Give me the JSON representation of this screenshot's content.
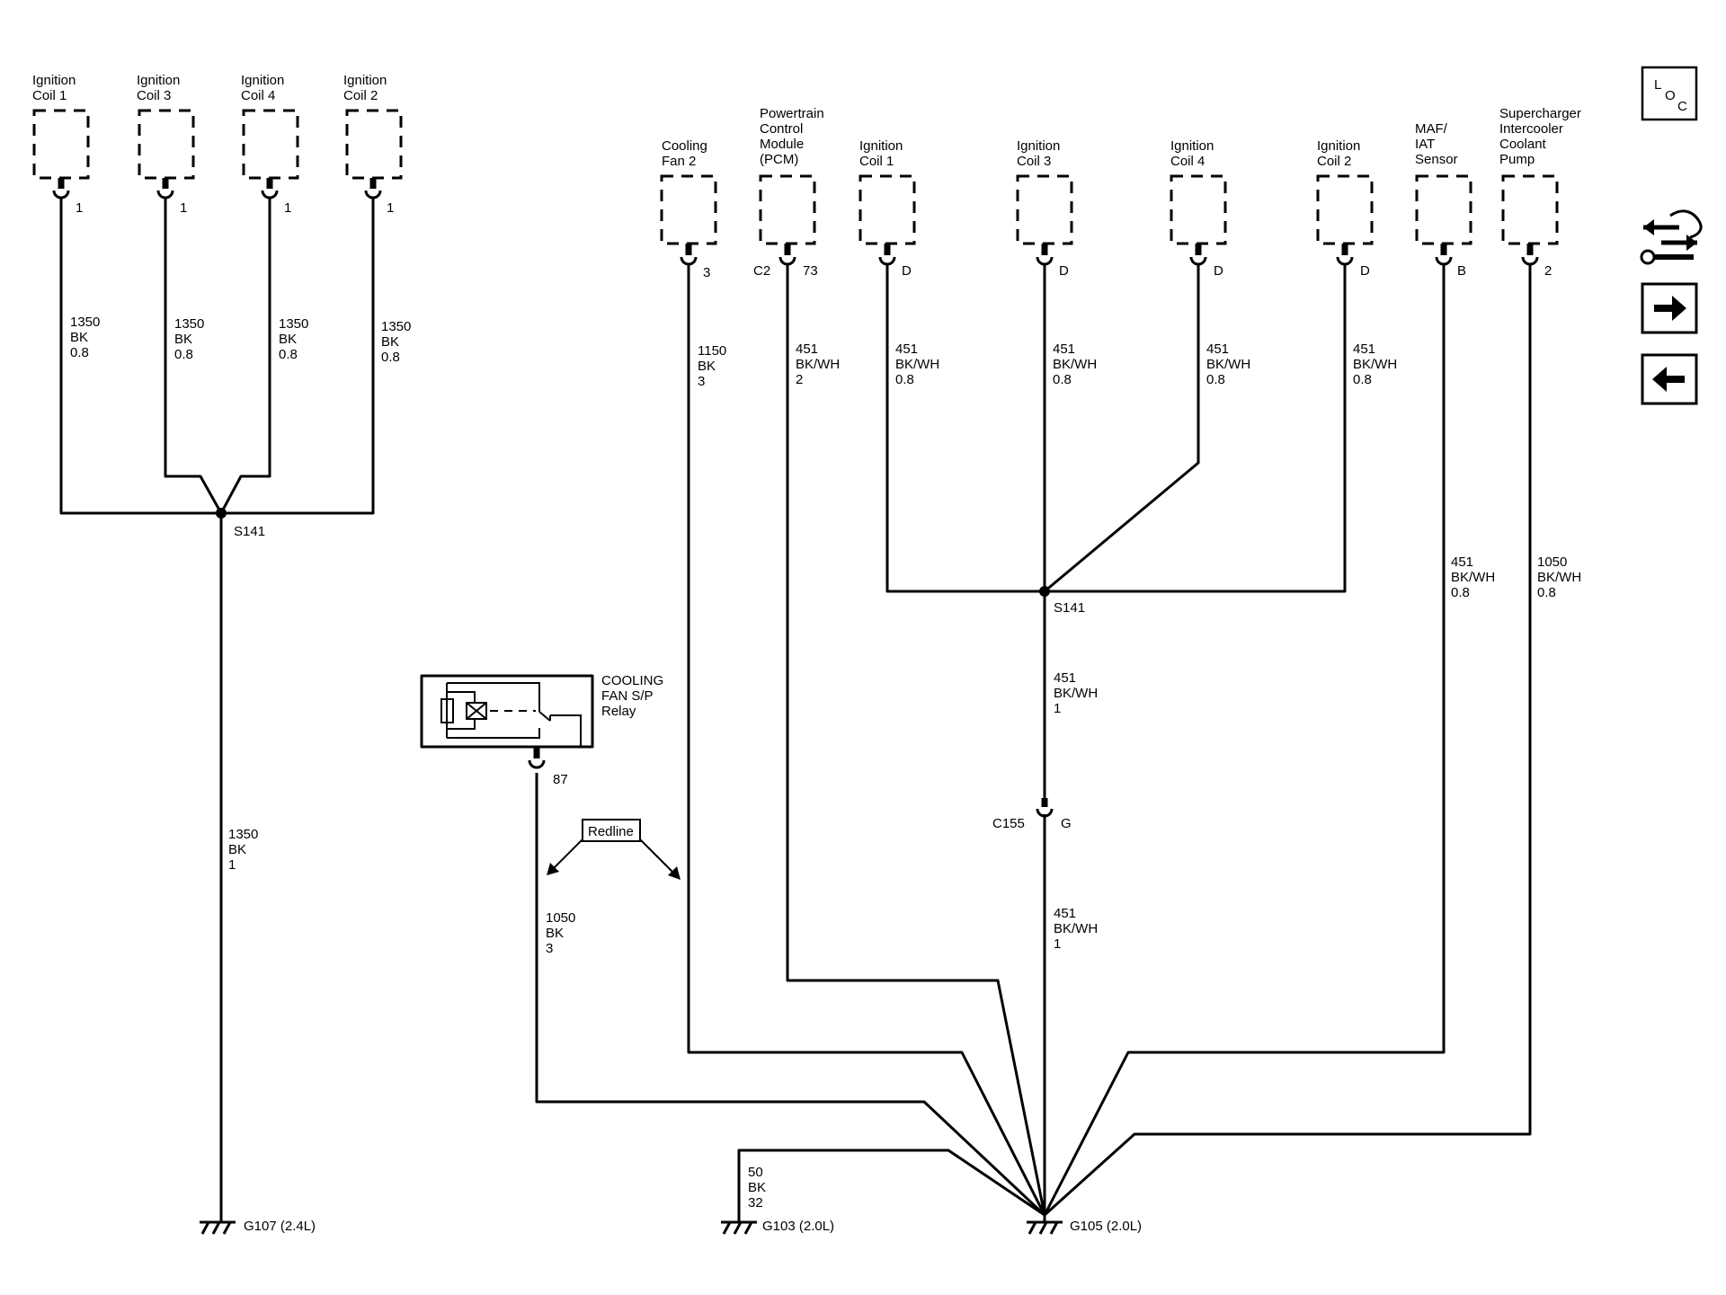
{
  "left_components": [
    {
      "line1": "Ignition",
      "line2": "Coil 1",
      "pin": "1",
      "circuit": "1350",
      "color": "BK",
      "gauge": "0.8"
    },
    {
      "line1": "Ignition",
      "line2": "Coil 3",
      "pin": "1",
      "circuit": "1350",
      "color": "BK",
      "gauge": "0.8"
    },
    {
      "line1": "Ignition",
      "line2": "Coil 4",
      "pin": "1",
      "circuit": "1350",
      "color": "BK",
      "gauge": "0.8"
    },
    {
      "line1": "Ignition",
      "line2": "Coil 2",
      "pin": "1",
      "circuit": "1350",
      "color": "BK",
      "gauge": "0.8"
    }
  ],
  "left_splice": "S141",
  "left_trunk": {
    "circuit": "1350",
    "color": "BK",
    "gauge": "1"
  },
  "left_ground": "G107 (2.4L)",
  "right_components": [
    {
      "lines": [
        "Cooling",
        "Fan 2"
      ],
      "pin": "3",
      "circuit": "1150",
      "color": "BK",
      "gauge": "3"
    },
    {
      "lines": [
        "Powertrain",
        "Control",
        "Module",
        "(PCM)"
      ],
      "connector": "C2",
      "pin": "73",
      "circuit": "451",
      "color": "BK/WH",
      "gauge": "2"
    },
    {
      "lines": [
        "Ignition",
        "Coil 1"
      ],
      "pin": "D",
      "circuit": "451",
      "color": "BK/WH",
      "gauge": "0.8"
    },
    {
      "lines": [
        "Ignition",
        "Coil 3"
      ],
      "pin": "D",
      "circuit": "451",
      "color": "BK/WH",
      "gauge": "0.8"
    },
    {
      "lines": [
        "Ignition",
        "Coil 4"
      ],
      "pin": "D",
      "circuit": "451",
      "color": "BK/WH",
      "gauge": "0.8"
    },
    {
      "lines": [
        "Ignition",
        "Coil 2"
      ],
      "pin": "D",
      "circuit": "451",
      "color": "BK/WH",
      "gauge": "0.8"
    },
    {
      "lines": [
        "MAF/",
        "IAT",
        "Sensor"
      ],
      "pin": "B",
      "circuit": "451",
      "color": "BK/WH",
      "gauge": "0.8"
    },
    {
      "lines": [
        "Supercharger",
        "Intercooler",
        "Coolant",
        "Pump"
      ],
      "pin": "2",
      "circuit": "1050",
      "color": "BK/WH",
      "gauge": "0.8"
    }
  ],
  "right_splice": "S141",
  "splice_to_c155": {
    "circuit": "451",
    "color": "BK/WH",
    "gauge": "1"
  },
  "c155": {
    "name": "C155",
    "pin": "G"
  },
  "c155_to_ground": {
    "circuit": "451",
    "color": "BK/WH",
    "gauge": "1"
  },
  "relay": {
    "line1": "COOLING",
    "line2": "FAN S/P",
    "line3": "Relay",
    "pin": "87",
    "circuit": "1050",
    "color": "BK",
    "gauge": "3"
  },
  "redline_label": "Redline",
  "g103_wire": {
    "circuit": "50",
    "color": "BK",
    "gauge": "32"
  },
  "g103": "G103 (2.0L)",
  "g105": "G105 (2.0L)",
  "toolbar": {
    "loc_letters": [
      "L",
      "O",
      "C"
    ]
  },
  "icons": [
    "loc-icon",
    "component-wrench-icon",
    "next-arrow-icon",
    "previous-arrow-icon"
  ]
}
